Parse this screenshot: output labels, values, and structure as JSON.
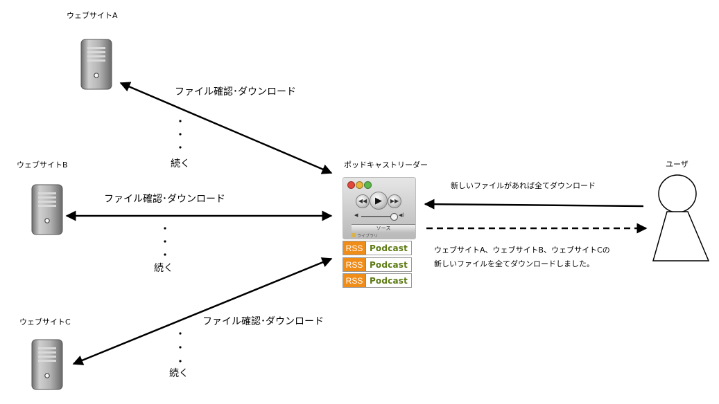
{
  "websites": [
    {
      "label": "ウェブサイトA"
    },
    {
      "label": "ウェブサイトB"
    },
    {
      "label": "ウェブサイトC"
    }
  ],
  "edges": [
    {
      "label": "ファイル確認･ダウンロード",
      "continued": "続く"
    },
    {
      "label": "ファイル確認･ダウンロード",
      "continued": "続く"
    },
    {
      "label": "ファイル確認･ダウンロード",
      "continued": "続く"
    }
  ],
  "reader": {
    "label": "ポッドキャストリーダー",
    "source_label": "ソース",
    "library_label": "ライブラリ",
    "badges": [
      {
        "rss": "RSS",
        "name": "Podcast"
      },
      {
        "rss": "RSS",
        "name": "Podcast"
      },
      {
        "rss": "RSS",
        "name": "Podcast"
      }
    ]
  },
  "user": {
    "label": "ユーザ",
    "request": "新しいファイルがあれば全てダウンロード",
    "reply_line1": "ウェブサイトA、ウェブサイトB、ウェブサイトCの",
    "reply_line2": "新しいファイルを全てダウンロードしました。"
  },
  "colors": {
    "rss_orange": "#f08d19",
    "podcast_green": "#5b7a12",
    "server_grey": "#9a9a9a"
  }
}
